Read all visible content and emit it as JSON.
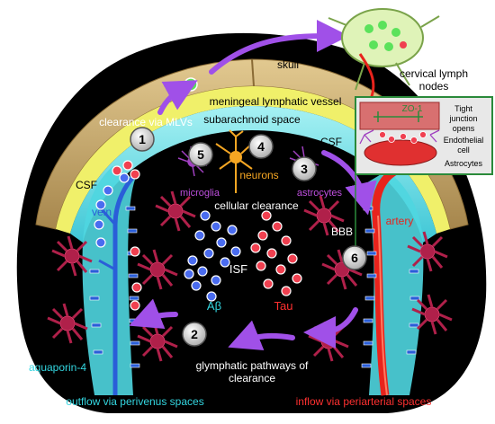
{
  "labels": {
    "skull": "skull",
    "cervical_lymph_nodes": [
      "cervical lymph",
      "nodes"
    ],
    "meningeal_lymphatic_vessel": "meningeal lymphatic vessel",
    "clearance_via_mlvs": "clearance via MLVs",
    "subarachnoid_space": "subarachnoid space",
    "csf_left": "CSF",
    "csf_right": "CSF",
    "vein": "vein",
    "artery": "artery",
    "neurons": "neurons",
    "microglia": "microglia",
    "astrocytes": "astrocytes",
    "cellular_clearance": "cellular clearance",
    "bbb": "BBB",
    "isf": "ISF",
    "abeta": "Aβ",
    "tau": "Tau",
    "glymphatic": [
      "glymphatic pathways of",
      "clearance"
    ],
    "aquaporin": "aquaporin-4",
    "outflow": "outflow via perivenus spaces",
    "inflow": "inflow via periarterial spaces"
  },
  "inset": {
    "zo1": "ZO-1",
    "tight_junction": [
      "Tight",
      "junction",
      "opens"
    ],
    "endothelial_cell": [
      "Endothelial",
      "cell"
    ],
    "astrocytes": "Astrocytes"
  },
  "steps": [
    "1",
    "2",
    "3",
    "4",
    "5",
    "6"
  ],
  "colors": {
    "background": "#000000",
    "skull": "#c9a86a",
    "lymphatic_band": "#f0f06a",
    "subarachnoid": "#7fe3e8",
    "vein": "#2a5ed8",
    "artery": "#e8231c",
    "astrocyte": "#b0204a",
    "abeta": "#4a6cf0",
    "tau": "#f04050",
    "arrow": "#9a4ee0",
    "cyan_text": "#33d6e0",
    "red_text": "#ff3030",
    "neuron": "#f5a623",
    "inset_border": "#2a8a3a"
  },
  "icons": [
    "lymph-node-icon",
    "neuron-icon",
    "microglia-icon",
    "astrocyte-icon"
  ]
}
